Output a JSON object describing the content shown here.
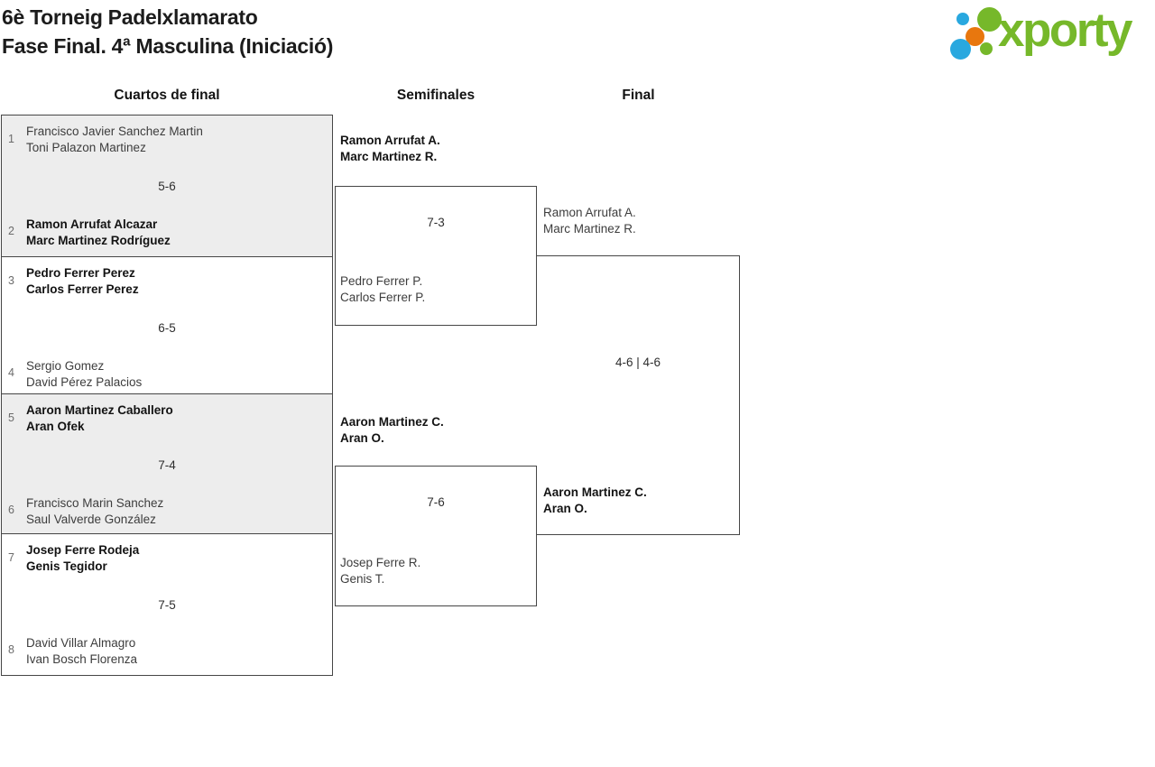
{
  "header": {
    "title_line1": "6è Torneig Padelxlamarato",
    "title_line2": "Fase Final. 4ª Masculina (Iniciació)"
  },
  "logo": {
    "wordmark": "xporty",
    "colors": {
      "green": "#76b82a",
      "blue": "#29a8df",
      "orange": "#e8770e"
    }
  },
  "columns": [
    {
      "label": "Cuartos de final"
    },
    {
      "label": "Semifinales"
    },
    {
      "label": "Final"
    }
  ],
  "quarterfinals": [
    {
      "top": {
        "seed": "1",
        "line1": "Francisco Javier Sanchez Martin",
        "line2": "Toni Palazon Martinez",
        "winner": false
      },
      "score": "5-6",
      "bottom": {
        "seed": "2",
        "line1": "Ramon Arrufat Alcazar",
        "line2": "Marc Martinez Rodríguez",
        "winner": true
      }
    },
    {
      "top": {
        "seed": "3",
        "line1": "Pedro Ferrer Perez",
        "line2": "Carlos Ferrer Perez",
        "winner": true
      },
      "score": "6-5",
      "bottom": {
        "seed": "4",
        "line1": "Sergio Gomez",
        "line2": "David Pérez Palacios",
        "winner": false
      }
    },
    {
      "top": {
        "seed": "5",
        "line1": "Aaron Martinez Caballero",
        "line2": "Aran Ofek",
        "winner": true
      },
      "score": "7-4",
      "bottom": {
        "seed": "6",
        "line1": "Francisco Marin Sanchez",
        "line2": "Saul Valverde González",
        "winner": false
      }
    },
    {
      "top": {
        "seed": "7",
        "line1": "Josep Ferre Rodeja",
        "line2": "Genis Tegidor",
        "winner": true
      },
      "score": "7-5",
      "bottom": {
        "seed": "8",
        "line1": "David Villar Almagro",
        "line2": "Ivan Bosch Florenza",
        "winner": false
      }
    }
  ],
  "semifinals": [
    {
      "top": {
        "line1": "Ramon Arrufat A.",
        "line2": "Marc Martinez R.",
        "winner": true
      },
      "score": "7-3",
      "bottom": {
        "line1": "Pedro Ferrer P.",
        "line2": "Carlos Ferrer P.",
        "winner": false
      }
    },
    {
      "top": {
        "line1": "Aaron Martinez C.",
        "line2": "Aran O.",
        "winner": true
      },
      "score": "7-6",
      "bottom": {
        "line1": "Josep Ferre R.",
        "line2": "Genis T.",
        "winner": false
      }
    }
  ],
  "final": {
    "top": {
      "line1": "Ramon Arrufat A.",
      "line2": "Marc Martinez R.",
      "winner": false
    },
    "score": "4-6 | 4-6",
    "bottom": {
      "line1": "Aaron Martinez C.",
      "line2": "Aran O.",
      "winner": true
    }
  }
}
